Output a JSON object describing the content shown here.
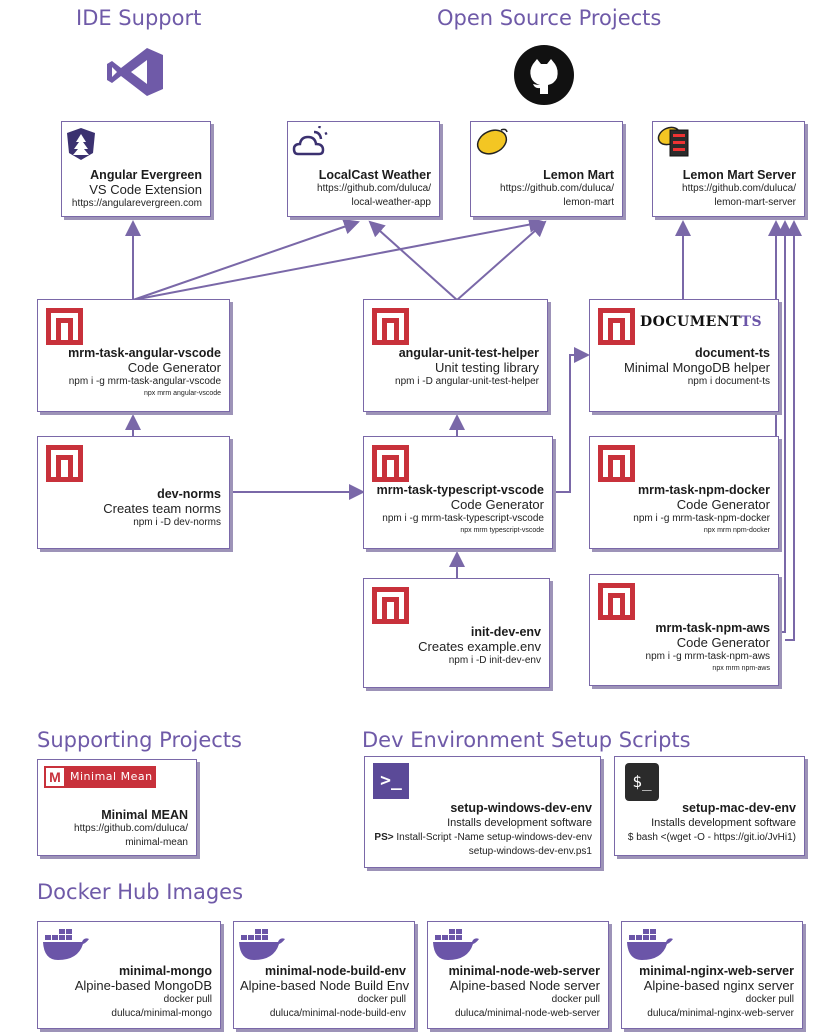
{
  "headings": {
    "ide": "IDE Support",
    "oss": "Open Source Projects",
    "supporting": "Supporting Projects",
    "devenv": "Dev Environment Setup Scripts",
    "docker": "Docker Hub Images"
  },
  "top": {
    "evergreen": {
      "title": "Angular Evergreen",
      "subtitle": "VS Code Extension",
      "line1": "https://angularevergreen.com"
    },
    "weather": {
      "title": "LocalCast Weather",
      "line1": "https://github.com/duluca/",
      "line2": "local-weather-app"
    },
    "lemon": {
      "title": "Lemon Mart",
      "line1": "https://github.com/duluca/",
      "line2": "lemon-mart"
    },
    "lemonserver": {
      "title": "Lemon Mart Server",
      "line1": "https://github.com/duluca/",
      "line2": "lemon-mart-server"
    }
  },
  "npm": {
    "angularvscode": {
      "title": "mrm-task-angular-vscode",
      "subtitle": "Code Generator",
      "line1": "npm i -g mrm-task-angular-vscode",
      "line2": "npx mrm angular-vscode"
    },
    "unittest": {
      "title": "angular-unit-test-helper",
      "subtitle": "Unit testing library",
      "line1": "npm i -D angular-unit-test-helper"
    },
    "documentts": {
      "logo_main": "DOCUMENT",
      "logo_accent": "TS",
      "title": "document-ts",
      "subtitle": "Minimal MongoDB helper",
      "line1": "npm i document-ts"
    },
    "devnorms": {
      "title": "dev-norms",
      "subtitle": "Creates team norms",
      "line1": "npm i -D dev-norms"
    },
    "tsvscode": {
      "title": "mrm-task-typescript-vscode",
      "subtitle": "Code Generator",
      "line1": "npm i -g mrm-task-typescript-vscode",
      "line2": "npx mrm typescript-vscode"
    },
    "npmdocker": {
      "title": "mrm-task-npm-docker",
      "subtitle": "Code Generator",
      "line1": "npm i -g mrm-task-npm-docker",
      "line2": "npx mrm npm-docker"
    },
    "initdevenv": {
      "title": "init-dev-env",
      "subtitle": "Creates example.env",
      "line1": "npm i -D init-dev-env"
    },
    "npmaws": {
      "title": "mrm-task-npm-aws",
      "subtitle": "Code Generator",
      "line1": "npm i -g mrm-task-npm-aws",
      "line2": "npx mrm npm-aws"
    }
  },
  "supporting": {
    "mean": {
      "logo_letter": "M",
      "logo_text": "Minimal Mean",
      "title": "Minimal MEAN",
      "line1": "https://github.com/duluca/",
      "line2": "minimal-mean"
    }
  },
  "devenv": {
    "windows": {
      "badge": ">_",
      "title": "setup-windows-dev-env",
      "subtitle": "Installs development software",
      "ps_prefix": "PS>",
      "line1": " Install-Script -Name setup-windows-dev-env",
      "line2": "setup-windows-dev-env.ps1"
    },
    "mac": {
      "badge": "$_",
      "title": "setup-mac-dev-env",
      "subtitle": "Installs development software",
      "line1": "$ bash <(wget -O - https://git.io/JvHi1)"
    }
  },
  "docker": [
    {
      "title": "minimal-mongo",
      "subtitle": "Alpine-based MongoDB",
      "line1": "docker pull",
      "line2": "duluca/minimal-mongo"
    },
    {
      "title": "minimal-node-build-env",
      "subtitle": "Alpine-based Node Build Env",
      "line1": "docker pull",
      "line2": "duluca/minimal-node-build-env"
    },
    {
      "title": "minimal-node-web-server",
      "subtitle": "Alpine-based Node server",
      "line1": "docker pull",
      "line2": "duluca/minimal-node-web-server"
    },
    {
      "title": "minimal-nginx-web-server",
      "subtitle": "Alpine-based nginx server",
      "line1": "docker pull",
      "line2": "duluca/minimal-nginx-web-server"
    }
  ],
  "colors": {
    "accent": "#6f5aa8",
    "npm_red": "#c8313b",
    "border": "#7a68a8"
  },
  "icons": [
    "visual-studio-icon",
    "github-icon",
    "angular-evergreen-icon",
    "weather-icon",
    "lemon-icon",
    "server-icon",
    "npm-icon",
    "powershell-icon",
    "bash-icon",
    "docker-whale-icon"
  ]
}
